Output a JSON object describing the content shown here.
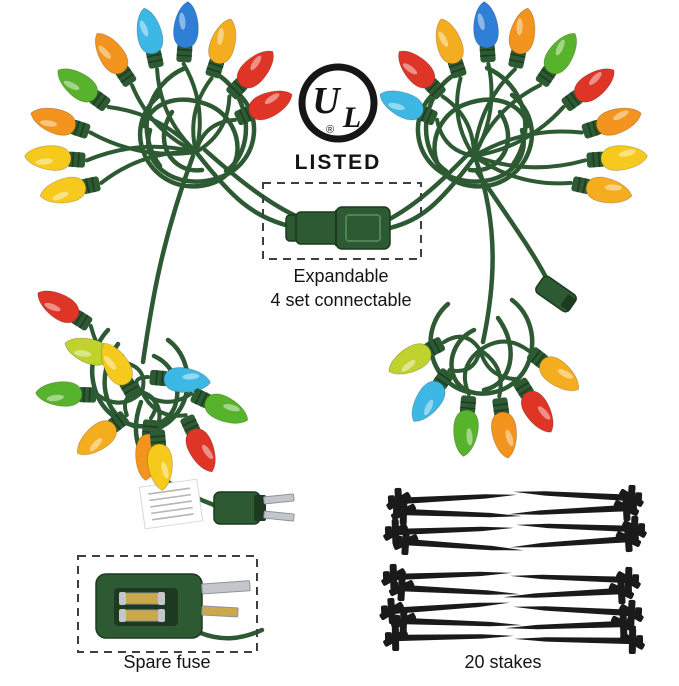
{
  "ul_logo": {
    "letter_u": "U",
    "letter_l": "L",
    "registered_mark": "®",
    "listed_text": "LISTED"
  },
  "annotations": {
    "connector_line1": "Expandable",
    "connector_line2": "4 set connectable",
    "fuse_caption": "Spare fuse",
    "stakes_caption": "20 stakes"
  },
  "colors": {
    "background": "#ffffff",
    "wire_green": "#2d5a33",
    "wire_green_dark": "#1c3a20",
    "stake_black": "#1a1a1a",
    "prong_silver": "#c3c7cb",
    "fuse_brass": "#c9a94c",
    "bulbs": {
      "blue": "#2f7fd6",
      "cyan": "#3db7e4",
      "green": "#58b32c",
      "lime": "#bfd22e",
      "orange": "#f2941d",
      "amber": "#f4ad1e",
      "yellow": "#f6ca1c",
      "red": "#de3526"
    }
  },
  "illustration": {
    "bundles": [
      {
        "name": "top-left",
        "hub": [
          196,
          152
        ],
        "bulbs": [
          [
            150,
            36,
            -12,
            "cyan"
          ],
          [
            186,
            30,
            4,
            "blue"
          ],
          [
            113,
            57,
            -34,
            "orange"
          ],
          [
            81,
            87,
            -54,
            "green"
          ],
          [
            222,
            46,
            18,
            "amber"
          ],
          [
            253,
            72,
            44,
            "red"
          ],
          [
            58,
            122,
            -72,
            "orange"
          ],
          [
            53,
            158,
            -86,
            "yellow"
          ],
          [
            266,
            106,
            66,
            "red"
          ],
          [
            68,
            190,
            -102,
            "yellow"
          ]
        ]
      },
      {
        "name": "top-right",
        "hub": [
          474,
          156
        ],
        "bulbs": [
          [
            522,
            36,
            12,
            "orange"
          ],
          [
            486,
            30,
            -4,
            "blue"
          ],
          [
            559,
            57,
            34,
            "green"
          ],
          [
            591,
            87,
            54,
            "red"
          ],
          [
            450,
            46,
            -18,
            "amber"
          ],
          [
            419,
            72,
            -44,
            "red"
          ],
          [
            614,
            122,
            72,
            "orange"
          ],
          [
            619,
            158,
            86,
            "yellow"
          ],
          [
            406,
            106,
            -66,
            "cyan"
          ],
          [
            604,
            190,
            102,
            "amber"
          ]
        ]
      },
      {
        "name": "mid-left",
        "hub": [
          142,
          392
        ],
        "bulbs": [
          [
            62,
            308,
            -58,
            "red"
          ],
          [
            92,
            352,
            -72,
            "lime"
          ],
          [
            64,
            394,
            -88,
            "green"
          ],
          [
            118,
            368,
            -30,
            "yellow"
          ],
          [
            182,
            380,
            95,
            "cyan"
          ],
          [
            100,
            436,
            -128,
            "amber"
          ],
          [
            148,
            452,
            185,
            "orange"
          ],
          [
            200,
            446,
            155,
            "red"
          ],
          [
            160,
            462,
            175,
            "yellow"
          ],
          [
            222,
            408,
            115,
            "green"
          ]
        ]
      },
      {
        "name": "mid-right",
        "hub": [
          480,
          350
        ],
        "bulbs": [
          [
            430,
            398,
            -145,
            "cyan"
          ],
          [
            466,
            428,
            -175,
            "green"
          ],
          [
            504,
            430,
            172,
            "orange"
          ],
          [
            536,
            408,
            148,
            "red"
          ],
          [
            556,
            372,
            128,
            "amber"
          ],
          [
            414,
            358,
            -118,
            "lime"
          ]
        ]
      }
    ],
    "stakes": [
      [
        455,
        498,
        -3,
        1
      ],
      [
        460,
        514,
        2,
        1
      ],
      [
        452,
        530,
        -2,
        1
      ],
      [
        462,
        546,
        4,
        1
      ],
      [
        575,
        495,
        3,
        -1
      ],
      [
        570,
        511,
        -3,
        -1
      ],
      [
        578,
        527,
        2,
        -1
      ],
      [
        572,
        543,
        -4,
        -1
      ],
      [
        450,
        575,
        -2,
        1
      ],
      [
        458,
        591,
        3,
        1
      ],
      [
        448,
        607,
        -4,
        1
      ],
      [
        460,
        623,
        2,
        1
      ],
      [
        452,
        637,
        -1,
        1
      ],
      [
        572,
        578,
        2,
        -1
      ],
      [
        565,
        594,
        -3,
        -1
      ],
      [
        575,
        610,
        3,
        -1
      ],
      [
        567,
        626,
        -2,
        -1
      ],
      [
        576,
        640,
        1,
        -1
      ]
    ]
  }
}
